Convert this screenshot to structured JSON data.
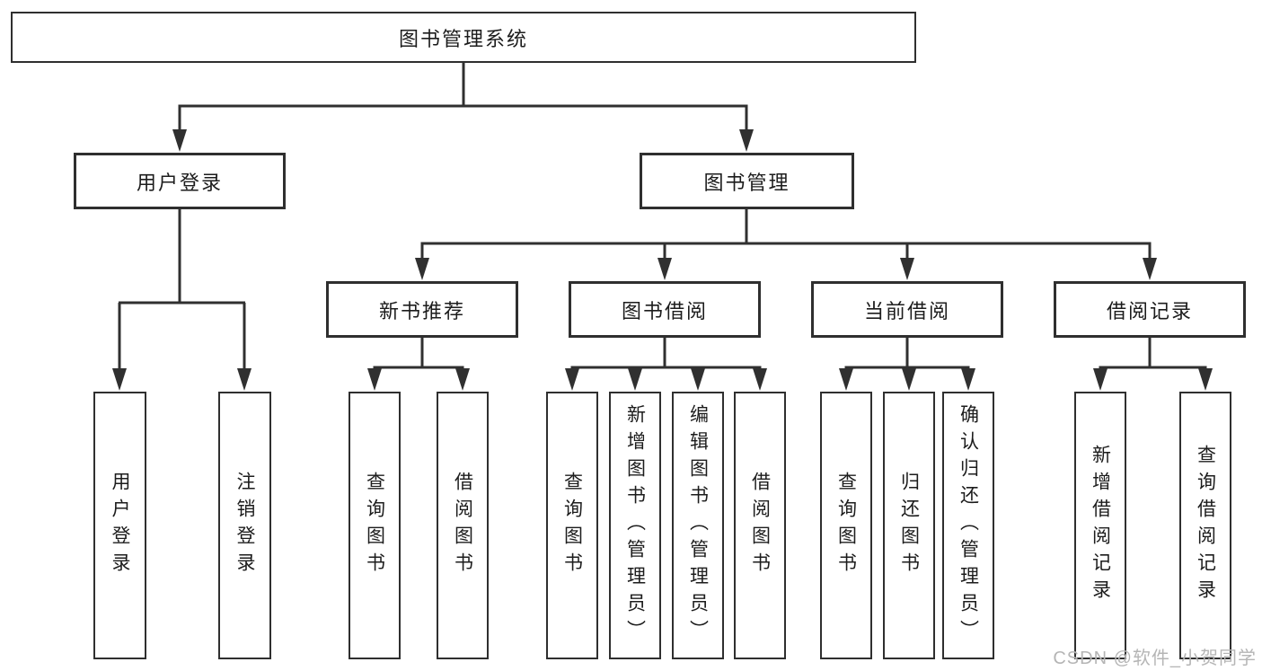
{
  "diagram": {
    "root": {
      "label": "图书管理系统"
    },
    "level2": [
      {
        "label": "用户登录"
      },
      {
        "label": "图书管理"
      }
    ],
    "level3": [
      {
        "label": "新书推荐",
        "parent": "图书管理"
      },
      {
        "label": "图书借阅",
        "parent": "图书管理"
      },
      {
        "label": "当前借阅",
        "parent": "图书管理"
      },
      {
        "label": "借阅记录",
        "parent": "图书管理"
      }
    ],
    "leaves": [
      {
        "label": "用户登录",
        "parent": "用户登录"
      },
      {
        "label": "注销登录",
        "parent": "用户登录"
      },
      {
        "label": "查询图书",
        "parent": "新书推荐"
      },
      {
        "label": "借阅图书",
        "parent": "新书推荐"
      },
      {
        "label": "查询图书",
        "parent": "图书借阅"
      },
      {
        "label": "新增图书（管理员）",
        "parent": "图书借阅"
      },
      {
        "label": "编辑图书（管理员）",
        "parent": "图书借阅"
      },
      {
        "label": "借阅图书",
        "parent": "图书借阅"
      },
      {
        "label": "查询图书",
        "parent": "当前借阅"
      },
      {
        "label": "归还图书",
        "parent": "当前借阅"
      },
      {
        "label": "确认归还（管理员）",
        "parent": "当前借阅"
      },
      {
        "label": "新增借阅记录",
        "parent": "借阅记录"
      },
      {
        "label": "查询借阅记录",
        "parent": "借阅记录"
      }
    ]
  },
  "watermark": {
    "text": "CSDN @软件_小贺同学"
  },
  "colors": {
    "line": "#303030",
    "box_border": "#2f2f2f",
    "text": "#1c1c1c",
    "watermark": "#b5b5b5",
    "background": "#ffffff"
  }
}
